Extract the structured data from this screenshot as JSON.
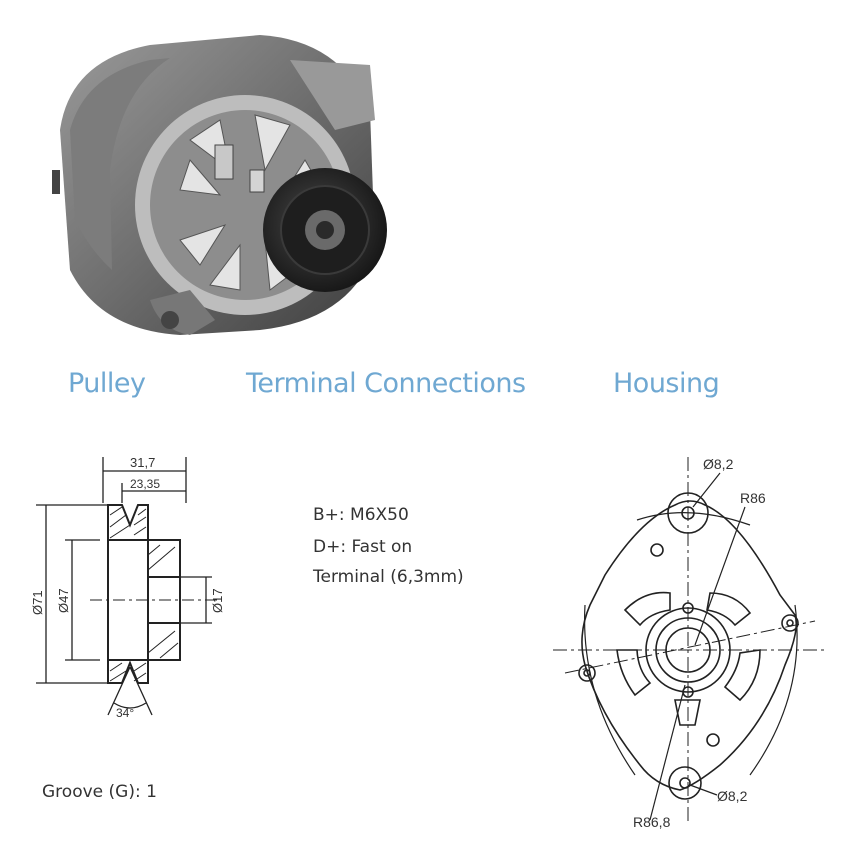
{
  "colors": {
    "heading": "#6fa8d2",
    "line": "#222222",
    "text": "#333333"
  },
  "product_image": {
    "icon": "alternator-photo"
  },
  "sections": {
    "pulley": "Pulley",
    "terminal": "Terminal Connections",
    "housing": "Housing"
  },
  "pulley": {
    "dim_width_total": "31,7",
    "dim_width_inner": "23,35",
    "dim_outer_dia": "Ø71",
    "dim_mid_dia": "Ø47",
    "dim_bore": "Ø17",
    "angle": "34°",
    "groove": "Groove (G): 1"
  },
  "terminal": {
    "line1": "B+: M6X50",
    "line2": "D+: Fast on",
    "line3": "Terminal (6,3mm)"
  },
  "housing": {
    "hole_top": "Ø8,2",
    "radius_top": "R86",
    "hole_bottom": "Ø8,2",
    "radius_bottom": "R86,8"
  }
}
